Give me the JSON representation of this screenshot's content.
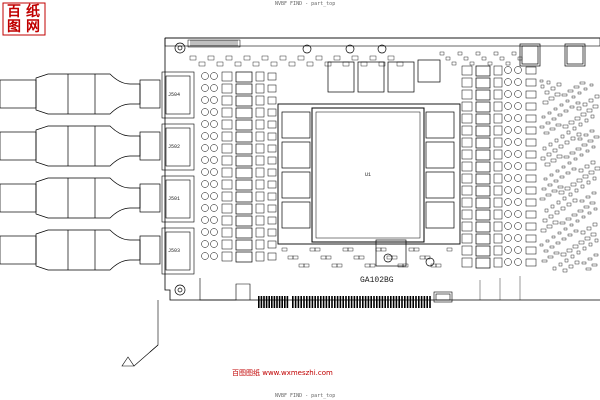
{
  "header": {
    "top_caption": "NVBF FIND - part_top",
    "bottom_caption": "NVBF FIND - part_top"
  },
  "logo": {
    "chars": [
      "百",
      "图",
      "纸",
      "网"
    ]
  },
  "watermark": {
    "text": "百图图纸  www.wxmeszhi.com"
  },
  "board": {
    "gpu_label": "GA102BG",
    "gpu_center_label": "U1",
    "connector_labels": [
      "J504",
      "J502",
      "J501",
      "J503"
    ]
  },
  "colors": {
    "line": "#000000",
    "watermark": "#c00000",
    "background": "#ffffff"
  }
}
